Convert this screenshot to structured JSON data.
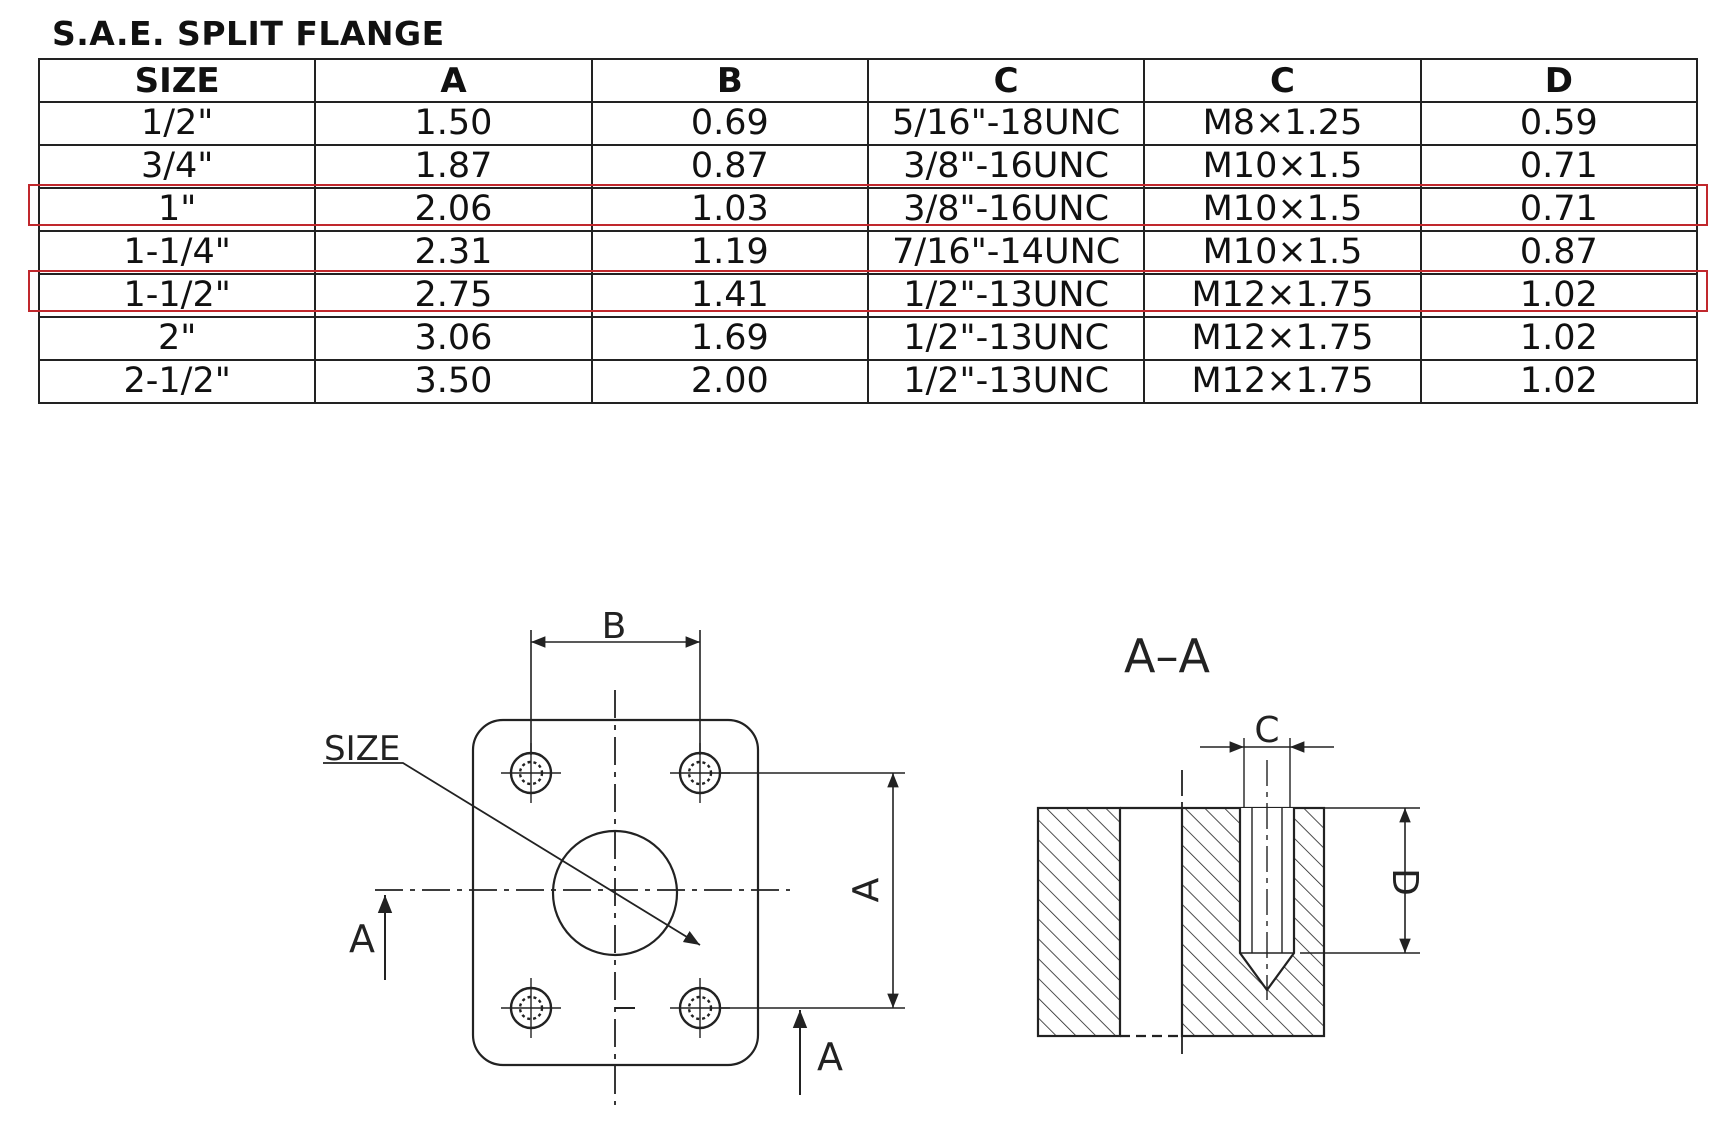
{
  "title": "S.A.E. SPLIT FLANGE",
  "table": {
    "headers": [
      "SIZE",
      "A",
      "B",
      "C",
      "C",
      "D"
    ],
    "rows": [
      [
        "1/2\"",
        "1.50",
        "0.69",
        "5/16\"-18UNC",
        "M8×1.25",
        "0.59"
      ],
      [
        "3/4\"",
        "1.87",
        "0.87",
        "3/8\"-16UNC",
        "M10×1.5",
        "0.71"
      ],
      [
        "1\"",
        "2.06",
        "1.03",
        "3/8\"-16UNC",
        "M10×1.5",
        "0.71"
      ],
      [
        "1-1/4\"",
        "2.31",
        "1.19",
        "7/16\"-14UNC",
        "M10×1.5",
        "0.87"
      ],
      [
        "1-1/2\"",
        "2.75",
        "1.41",
        "1/2\"-13UNC",
        "M12×1.75",
        "1.02"
      ],
      [
        "2\"",
        "3.06",
        "1.69",
        "1/2\"-13UNC",
        "M12×1.75",
        "1.02"
      ],
      [
        "2-1/2\"",
        "3.50",
        "2.00",
        "1/2\"-13UNC",
        "M12×1.75",
        "1.02"
      ]
    ],
    "highlighted_sizes": [
      "1\"",
      "1-1/2\""
    ],
    "highlight_color": "#c0282d"
  },
  "drawing": {
    "front_view": {
      "label_size": "SIZE",
      "label_a_dim": "A",
      "label_b_dim": "B",
      "section_mark_left": "A",
      "section_mark_right": "A"
    },
    "section_view": {
      "title": "A–A",
      "label_c": "C",
      "label_d": "D"
    }
  }
}
